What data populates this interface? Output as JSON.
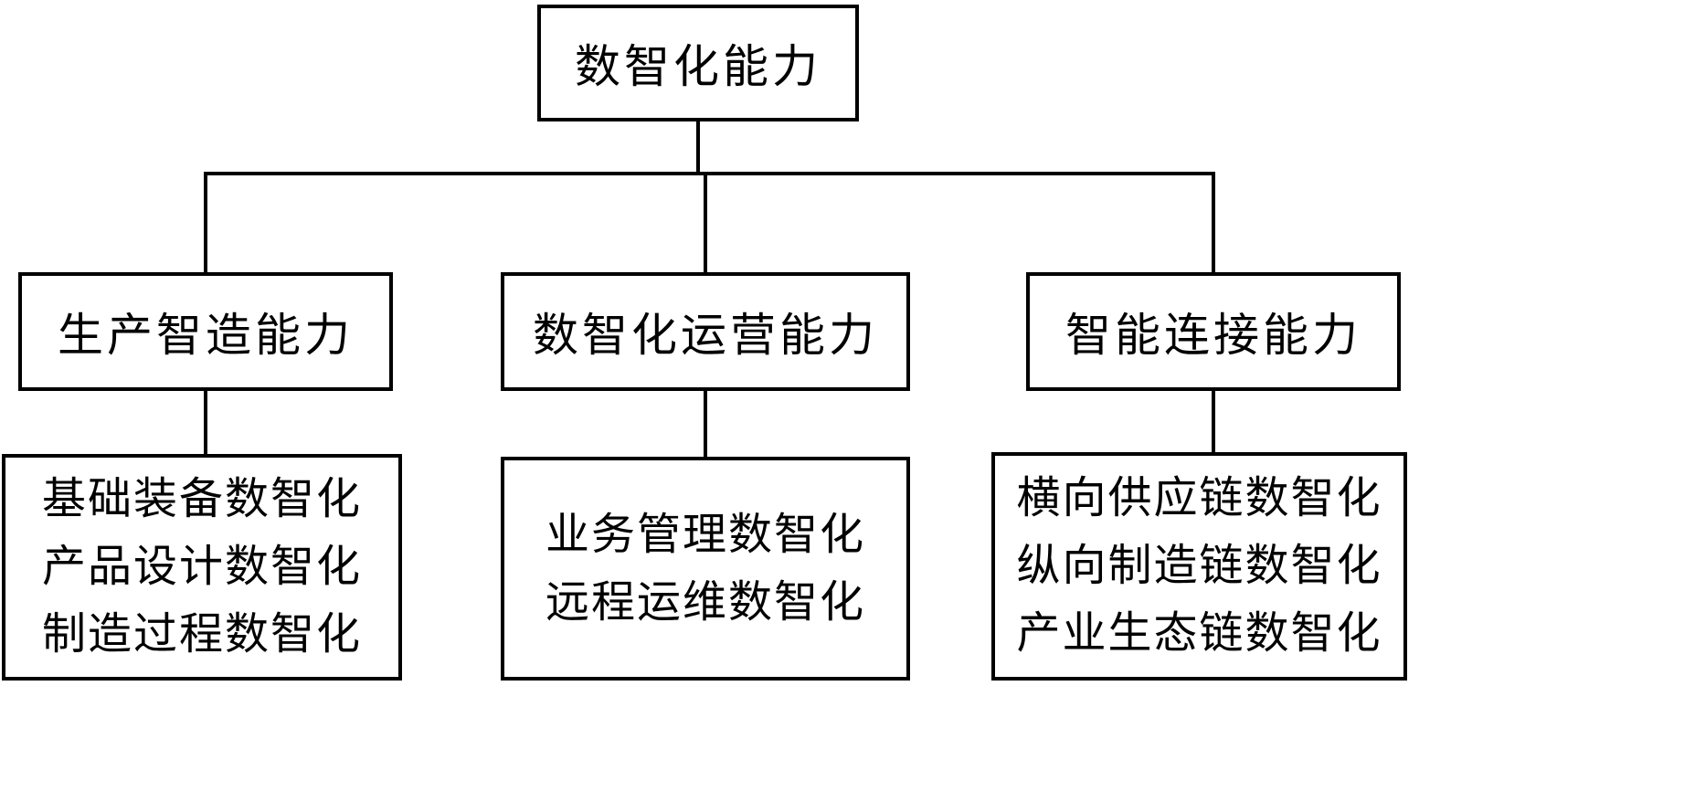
{
  "diagram": {
    "root": {
      "label": "数智化能力"
    },
    "branches": [
      {
        "label": "生产智造能力",
        "children": [
          "基础装备数智化",
          "产品设计数智化",
          "制造过程数智化"
        ]
      },
      {
        "label": "数智化运营能力",
        "children": [
          "业务管理数智化",
          "远程运维数智化"
        ]
      },
      {
        "label": "智能连接能力",
        "children": [
          "横向供应链数智化",
          "纵向制造链数智化",
          "产业生态链数智化"
        ]
      }
    ],
    "colors": {
      "border": "#000000",
      "background": "#ffffff",
      "text": "#000000",
      "line": "#000000"
    }
  }
}
